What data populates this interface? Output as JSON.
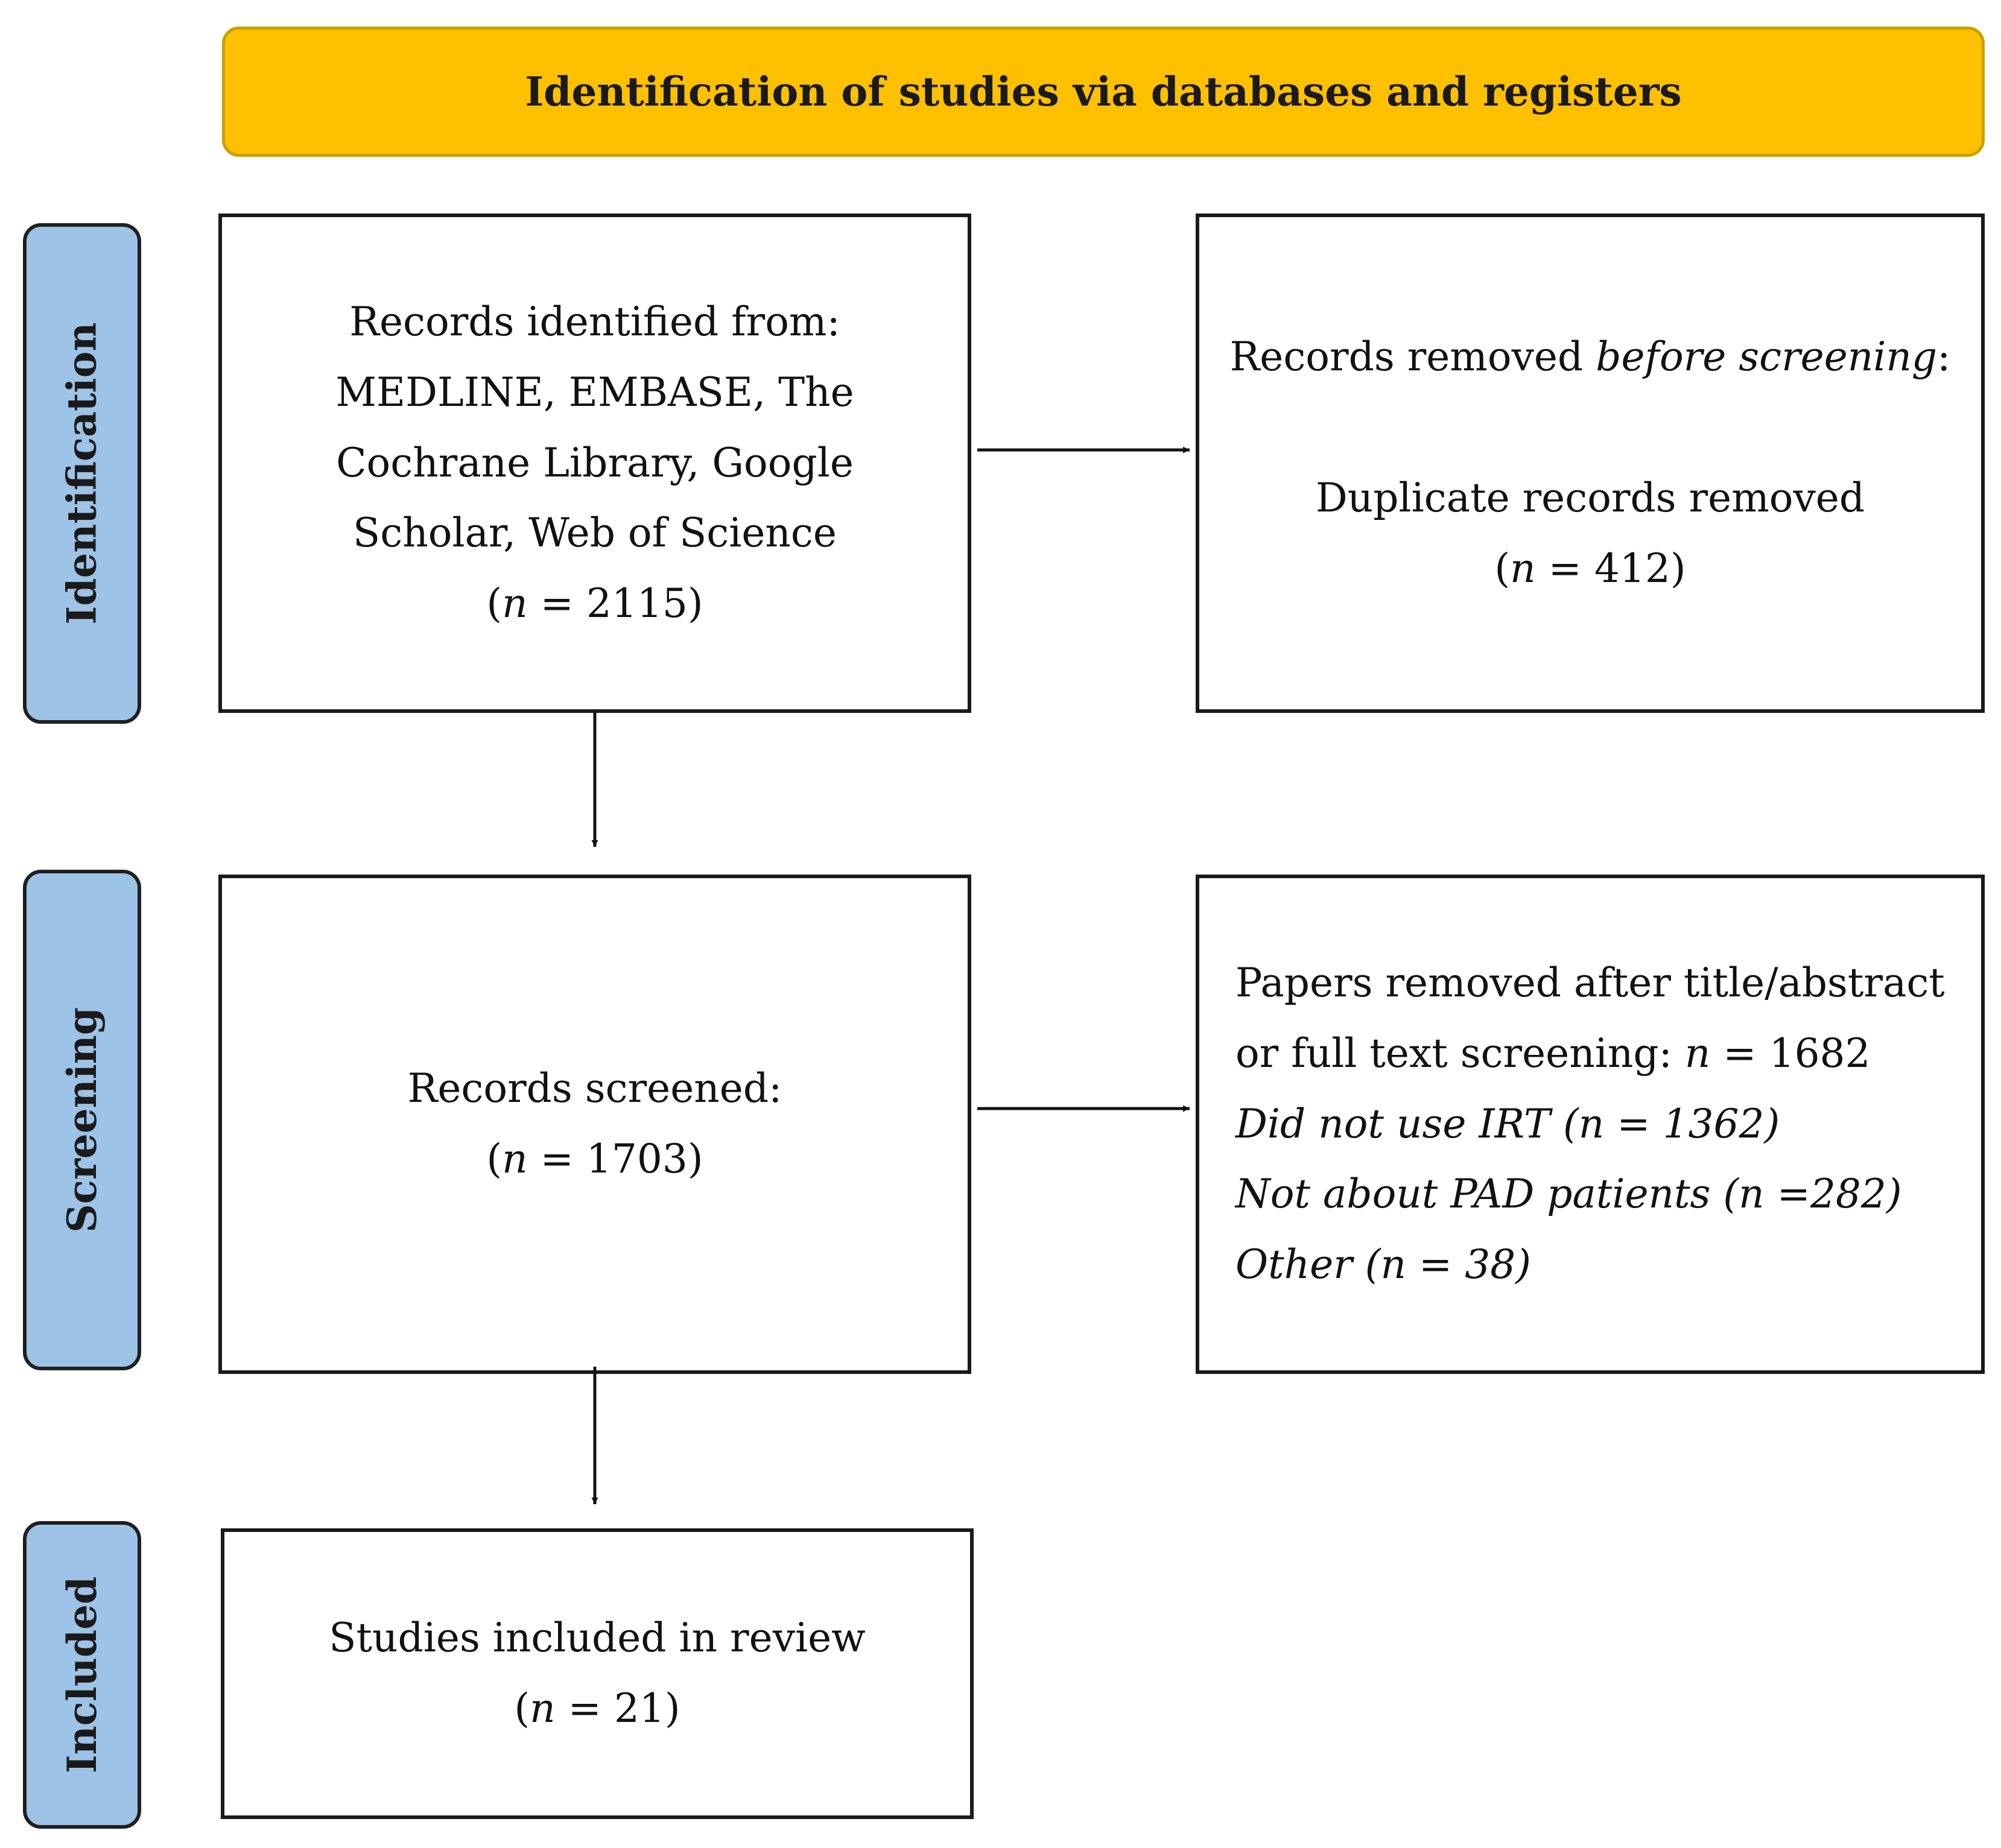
{
  "banner": {
    "title": "Identification of studies via databases and registers"
  },
  "phases": {
    "identification": "Identification",
    "screening": "Screening",
    "included": "Included"
  },
  "identified": {
    "lines": [
      "Records identified from:",
      "MEDLINE, EMBASE, The",
      "Cochrane Library, Google",
      "Scholar, Web of Science"
    ],
    "n_open": "(",
    "n_var": "n",
    "n_rest": " = 2115)"
  },
  "removed_before": {
    "prefix": "Records removed ",
    "italic": "before screening",
    "suffix": ":",
    "line2": "Duplicate records removed",
    "n_open": "(",
    "n_var": "n",
    "n_rest": " = 412)"
  },
  "screened": {
    "label": "Records screened:",
    "n_open": "(",
    "n_var": "n",
    "n_rest": " = 1703)"
  },
  "excluded": {
    "line1": "Papers removed after title/abstract",
    "line2_prefix": "or full text screening: ",
    "line2_var": "n",
    "line2_rest": " = 1682",
    "reasons": [
      "Did not use IRT (n = 1362)",
      "Not about PAD patients (n =282)",
      "Other (n = 38)"
    ]
  },
  "included": {
    "label": "Studies included in review",
    "n_open": "(",
    "n_var": "n",
    "n_rest": " = 21)"
  }
}
